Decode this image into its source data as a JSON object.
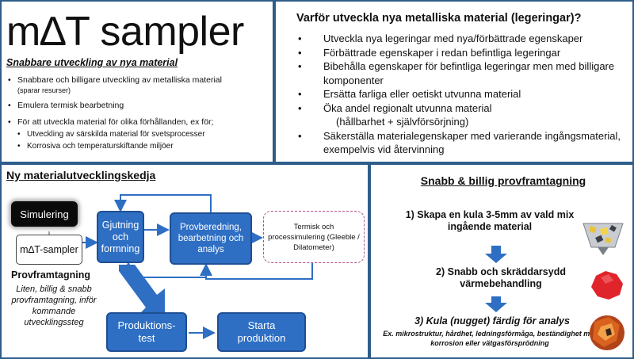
{
  "top_left": {
    "title": "m∆T sampler",
    "subtitle": "Snabbare utveckling av nya material",
    "bullet": "•",
    "items": [
      {
        "text": "Snabbare och billigare utveckling av metalliska material",
        "note": "(sparar resurser)"
      },
      {
        "text": "Emulera termisk bearbetning"
      },
      {
        "text": "För att utveckla material för olika förhållanden, ex för;"
      }
    ],
    "subitems": [
      "Utveckling av särskilda material för svetsprocesser",
      "Korrosiva och temperaturskiftande miljöer"
    ]
  },
  "top_right": {
    "title": "Varför utveckla nya metalliska material (legeringar)?",
    "bullet": "•",
    "items": [
      {
        "text": "Utveckla nya legeringar med nya/förbättrade egenskaper"
      },
      {
        "text": "Förbättrade egenskaper i redan befintliga legeringar"
      },
      {
        "text": "Bibehålla egenskaper för befintliga legeringar men med billigare komponenter"
      },
      {
        "text": "Ersätta farliga eller oetiskt utvunna material"
      },
      {
        "text": "Öka andel regionalt utvunna material",
        "cont": "(hållbarhet + självförsörjning)"
      },
      {
        "text": "Säkerställa materialegenskaper med varierande ingångsmaterial, exempelvis vid återvinning"
      }
    ]
  },
  "bottom_left": {
    "title": "Ny materialutvecklingskedja",
    "boxes": {
      "simulering": "Simulering",
      "sampler": "m∆T-sampler",
      "gjutning": "Gjutning och formning",
      "provberedning": "Provberedning, bearbetning och analys",
      "termisk": "Termisk och processimulering (Gleeble / Dilatometer)",
      "produktionstest": "Produktions-test",
      "starta": "Starta produktion"
    },
    "prov_label": "Provframtagning",
    "prov_desc": "Liten, billig & snabb provframtagning, inför kommande utvecklingssteg"
  },
  "bottom_right": {
    "title": "Snabb & billig provframtagning",
    "steps": [
      "1) Skapa en kula 3-5mm av vald mix ingående material",
      "2) Snabb och skräddarsydd värmebehandling",
      "3) Kula (nugget) färdig för analys"
    ],
    "step3_note": "Ex. mikrostruktur, hårdhet, ledningsförmåga, beständighet mot korrosion eller vätgasförsprödning"
  },
  "colors": {
    "border": "#2f5d8a",
    "box_blue": "#2e6fc4",
    "arrow_blue": "#2e6fc4",
    "nugget_red": "#e0242b",
    "dashed_border": "#b0508a"
  },
  "icons": [
    "powder-crucible-icon",
    "red-nugget-icon",
    "sectioned-nugget-icon"
  ]
}
